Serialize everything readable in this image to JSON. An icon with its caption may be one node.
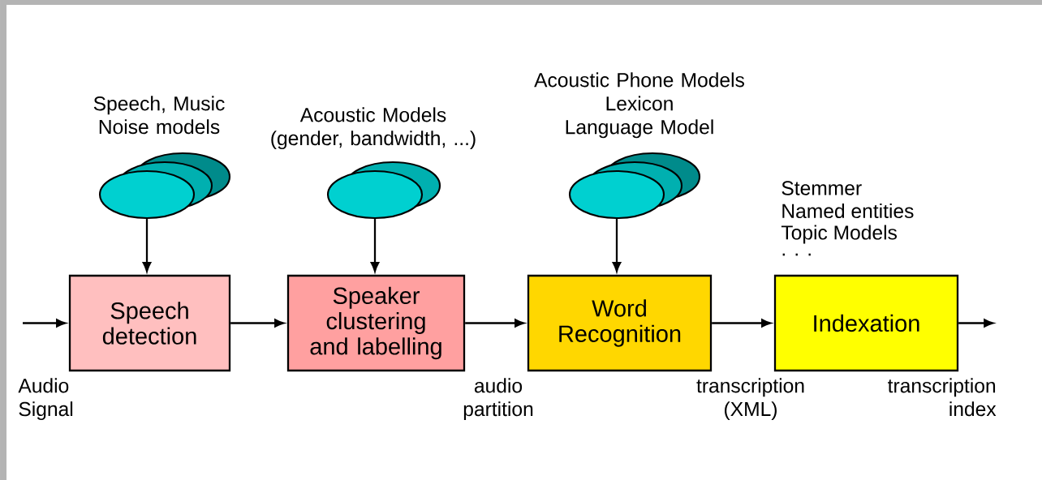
{
  "diagram": {
    "nodes": [
      {
        "text": [],
        "shape": "ellipse",
        "beside": [
          "Speech, Music Noise models"
        ]
      },
      {
        "text": [],
        "shape": "ellipse",
        "beside": [
          "Acoustic Models (gender, bandwidth, ...)"
        ]
      },
      {
        "text": [],
        "shape": "ellipse",
        "beside": [
          "Acoustic Phone Models",
          "Lexicon",
          "Language Model"
        ]
      },
      {
        "text": [
          "Speech detection"
        ]
      },
      {
        "text": [
          "Speaker clustering and labelling"
        ]
      },
      {
        "text": [
          "Word Recognition"
        ]
      },
      {
        "text": [
          "Indexation"
        ]
      }
    ],
    "edges": [
      {
        "from": 0,
        "to": 3,
        "arrow": "to"
      },
      {
        "from": 1,
        "to": 4,
        "arrow": "to"
      },
      {
        "from": 2,
        "to": 5,
        "arrow": "to"
      },
      {
        "from": null,
        "to": 3,
        "arrow": "to",
        "label": "Audio Signal"
      },
      {
        "from": 3,
        "to": 4,
        "arrow": "to"
      },
      {
        "from": 4,
        "to": 5,
        "arrow": "to",
        "label": "audio partition"
      },
      {
        "from": 5,
        "to": 6,
        "arrow": "to",
        "label": "transcription (XML)"
      },
      {
        "from": 6,
        "to": null,
        "arrow": "to",
        "label": "transcription index"
      }
    ],
    "labels": [
      "Stemmer",
      "Named entities",
      "Topic Models",
      ". . ."
    ]
  }
}
